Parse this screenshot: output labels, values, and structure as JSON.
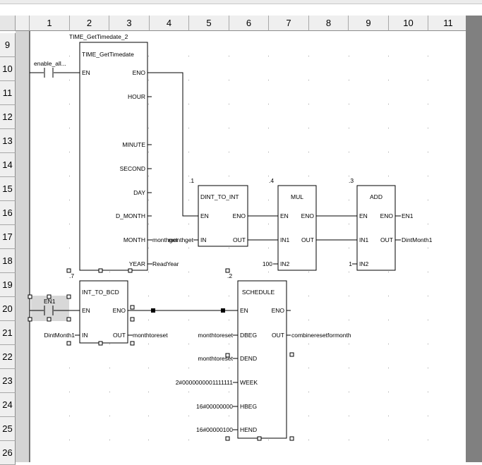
{
  "column_headers": [
    "1",
    "2",
    "3",
    "4",
    "5",
    "6",
    "7",
    "8",
    "9",
    "10",
    "11"
  ],
  "row_headers": [
    "9",
    "10",
    "11",
    "12",
    "13",
    "14",
    "15",
    "16",
    "17",
    "18",
    "19",
    "20",
    "21",
    "22",
    "23",
    "24",
    "25",
    "26"
  ],
  "ladder": {
    "contact_enable": "enable_all...",
    "contact_en1": "EN1",
    "time_block": {
      "instance": "TIME_GetTimedate_2",
      "type": "TIME_GetTimedate",
      "in_en": "EN",
      "outputs": [
        "ENO",
        "HOUR",
        "MINUTE",
        "SECOND",
        "DAY",
        "D_MONTH",
        "MONTH",
        "YEAR"
      ],
      "month_var": "monthget",
      "year_var": "ReadYear"
    },
    "dint_block": {
      "order": ".1",
      "type": "DINT_TO_INT",
      "in_en": "EN",
      "in_in": "IN",
      "out_eno": "ENO",
      "out_out": "OUT",
      "in_var": "monthget"
    },
    "mul_block": {
      "order": ".4",
      "type": "MUL",
      "in_en": "EN",
      "in_n1": "IN1",
      "in_n2": "IN2",
      "out_eno": "ENO",
      "out_out": "OUT",
      "in2_val": "100"
    },
    "add_block": {
      "order": ".3",
      "type": "ADD",
      "in_en": "EN",
      "in_n1": "IN1",
      "in_n2": "IN2",
      "out_eno": "ENO",
      "out_out": "OUT",
      "in2_val": "1",
      "eno_var": "EN1",
      "out_var": "DintMonth1"
    },
    "bcd_block": {
      "order": ".7",
      "type": "INT_TO_BCD",
      "in_en": "EN",
      "in_in": "IN",
      "out_eno": "ENO",
      "out_out": "OUT",
      "in_var": "DintMonth1",
      "out_var": "monthtoreset"
    },
    "sched_block": {
      "order": ".2",
      "type": "SCHEDULE",
      "in_en": "EN",
      "inputs": [
        "DBEG",
        "DEND",
        "WEEK",
        "HBEG",
        "HEND"
      ],
      "in_vars": [
        "monthtoreset",
        "monthtoreset",
        "2#0000000001111111",
        "16#00000000",
        "16#00000100"
      ],
      "out_eno": "ENO",
      "out_out": "OUT",
      "out_var": "combineresetformonth"
    }
  }
}
